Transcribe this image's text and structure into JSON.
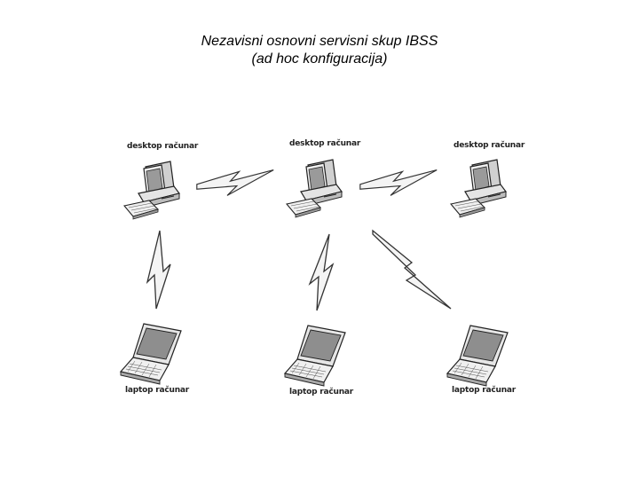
{
  "title": {
    "line1": "Nezavisni osnovni servisni skup IBSS",
    "line2": "(ad hoc konfiguracija)"
  },
  "nodes": {
    "desktop_1": "desktop računar",
    "desktop_2": "desktop računar",
    "desktop_3": "desktop računar",
    "laptop_1": "laptop računar",
    "laptop_2": "laptop računar",
    "laptop_3": "laptop računar"
  },
  "icons": {
    "desktop": "desktop-computer-icon",
    "laptop": "laptop-computer-icon",
    "wireless": "wireless-link-icon"
  },
  "colors": {
    "line": "#333333",
    "screen": "#9a9a9a",
    "body": "#e4e4e4"
  }
}
